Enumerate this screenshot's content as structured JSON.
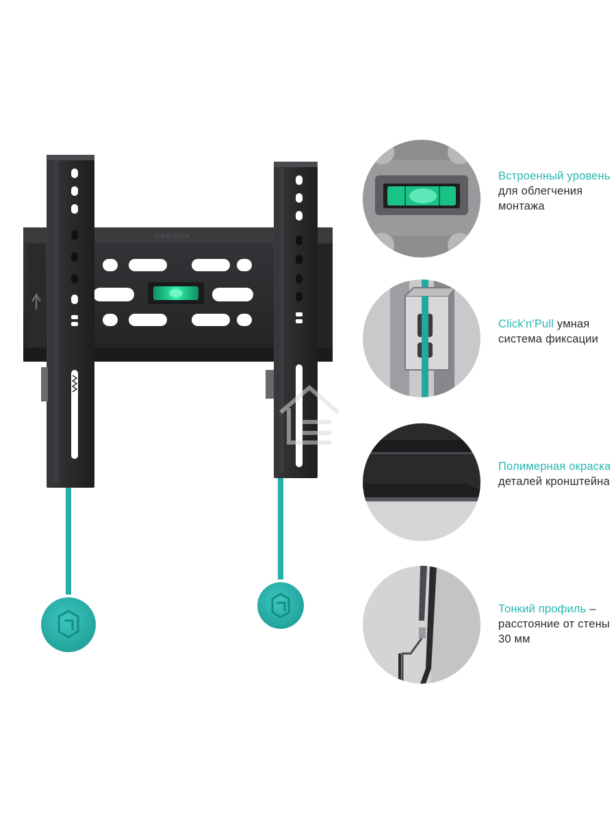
{
  "features": [
    {
      "highlight": "Встроенный уровень",
      "rest": " для облегчения монтажа"
    },
    {
      "highlight": "Click'n'Pull",
      "rest": " умная система фиксации"
    },
    {
      "highlight": "Полимерная окраска",
      "rest": " деталей кронштейна"
    },
    {
      "highlight": "Тонкий профиль",
      "rest": " – расстояние от стены 30 мм"
    }
  ],
  "brand_logo_text": "ONKRON",
  "colors": {
    "accent": "#27b7b0",
    "bracket": "#2c2c2e",
    "circle_bg": "#8e8e90",
    "bubble_level": "#16c98d"
  },
  "icons": [
    "bubble-level-icon",
    "click-n-pull-latch-icon",
    "powder-coating-icon",
    "thin-profile-icon",
    "pull-tab-logo-icon",
    "watermark-house-icon",
    "arrow-up-icon"
  ]
}
